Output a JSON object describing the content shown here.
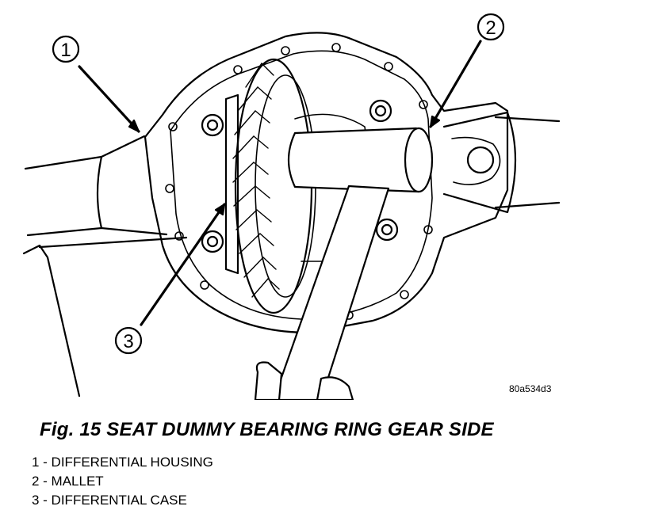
{
  "callouts": [
    {
      "number": "1",
      "label": "DIFFERENTIAL HOUSING"
    },
    {
      "number": "2",
      "label": "MALLET"
    },
    {
      "number": "3",
      "label": "DIFFERENTIAL CASE"
    }
  ],
  "reference_code": "80a534d3",
  "caption": "Fig. 15 SEAT DUMMY BEARING RING GEAR SIDE",
  "legend": [
    "1 - DIFFERENTIAL HOUSING",
    "2 - MALLET",
    "3 - DIFFERENTIAL CASE"
  ]
}
